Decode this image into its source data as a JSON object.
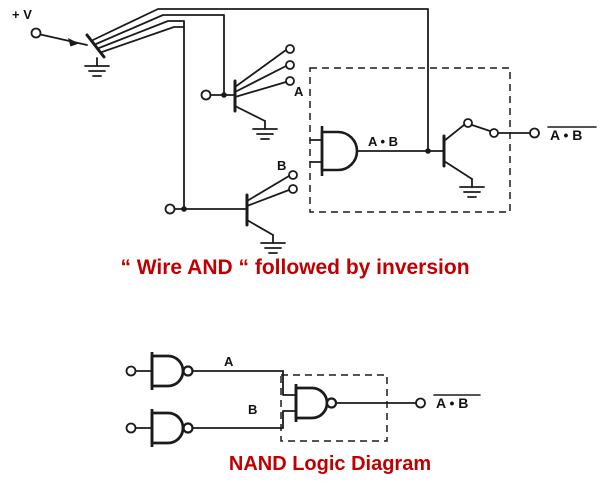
{
  "page": {
    "background": "#ffffff",
    "ink_color": "#1b1b1b",
    "caption_color": "#c00000"
  },
  "transistor_circuit": {
    "supply_label": "+ V",
    "input_a_label": "A",
    "input_b_label": "B",
    "wired_and_node_label": "A • B",
    "output_label": "A • B",
    "output_negated": true
  },
  "caption_top": "“ Wire AND “ followed by inversion",
  "nand_diagram": {
    "gate1_output_label": "A",
    "gate2_output_label": "B",
    "output_label": "A • B",
    "output_negated": true
  },
  "caption_bottom": "NAND Logic Diagram"
}
